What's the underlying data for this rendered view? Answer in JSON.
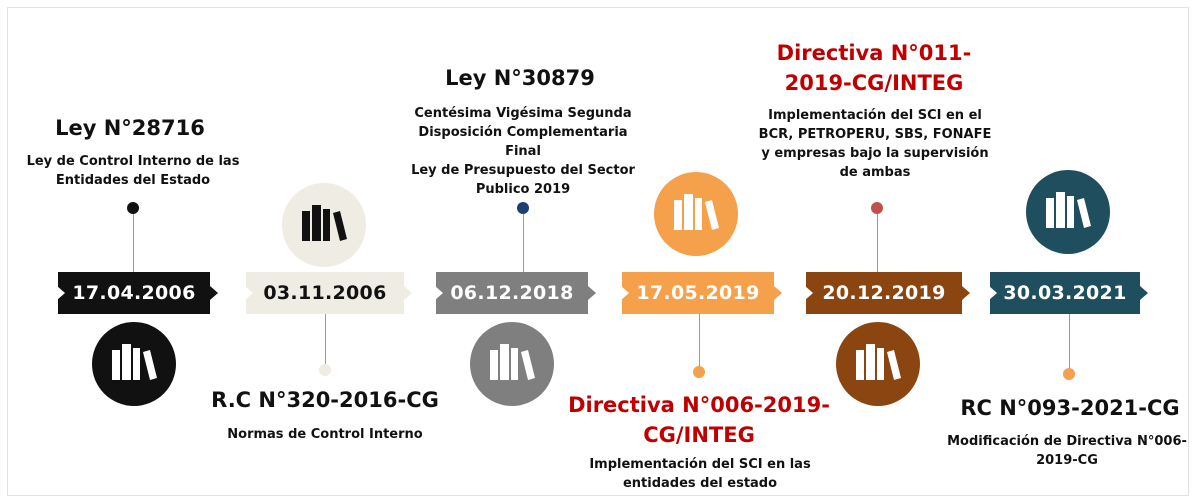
{
  "milestones": [
    {
      "date": "17.04.2006",
      "title": "Ley N°28716",
      "description": [
        "Ley de Control Interno de las",
        "Entidades del Estado"
      ],
      "color": "#111111",
      "date_text_color": "#ffffff",
      "icon": "books-icon"
    },
    {
      "date": "03.11.2006",
      "title": "R.C N°320-2016-CG",
      "description": [
        "Normas de Control Interno"
      ],
      "color": "#efece3",
      "date_text_color": "#111111",
      "icon": "books-icon"
    },
    {
      "date": "06.12.2018",
      "title": "Ley N°30879",
      "description": [
        "Centésima Vigésima Segunda",
        "Disposición Complementaria Final",
        "Ley de Presupuesto del Sector",
        "Publico 2019"
      ],
      "color": "#7f7f7f",
      "date_text_color": "#ffffff",
      "icon": "books-icon"
    },
    {
      "date": "17.05.2019",
      "title": [
        "Directiva N°006-2019-",
        "CG/INTEG"
      ],
      "description": [
        "Implementación del SCI en las",
        "entidades del estado"
      ],
      "color": "#f5a04a",
      "date_text_color": "#ffffff",
      "title_color": "#c00000",
      "icon": "books-icon"
    },
    {
      "date": "20.12.2019",
      "title": [
        "Directiva N°011-",
        "2019-CG/INTEG"
      ],
      "description": [
        "Implementación del SCI en el",
        "BCR, PETROPERU, SBS, FONAFE",
        "y empresas bajo la supervisión",
        "de ambas"
      ],
      "color": "#8a4511",
      "date_text_color": "#ffffff",
      "title_color": "#c00000",
      "icon": "books-icon"
    },
    {
      "date": "30.03.2021",
      "title": "RC N°093-2021-CG",
      "description": [
        "Modificación de Directiva N°006-",
        "2019-CG"
      ],
      "color": "#1f4e5f",
      "date_text_color": "#ffffff",
      "icon": "books-icon"
    }
  ]
}
